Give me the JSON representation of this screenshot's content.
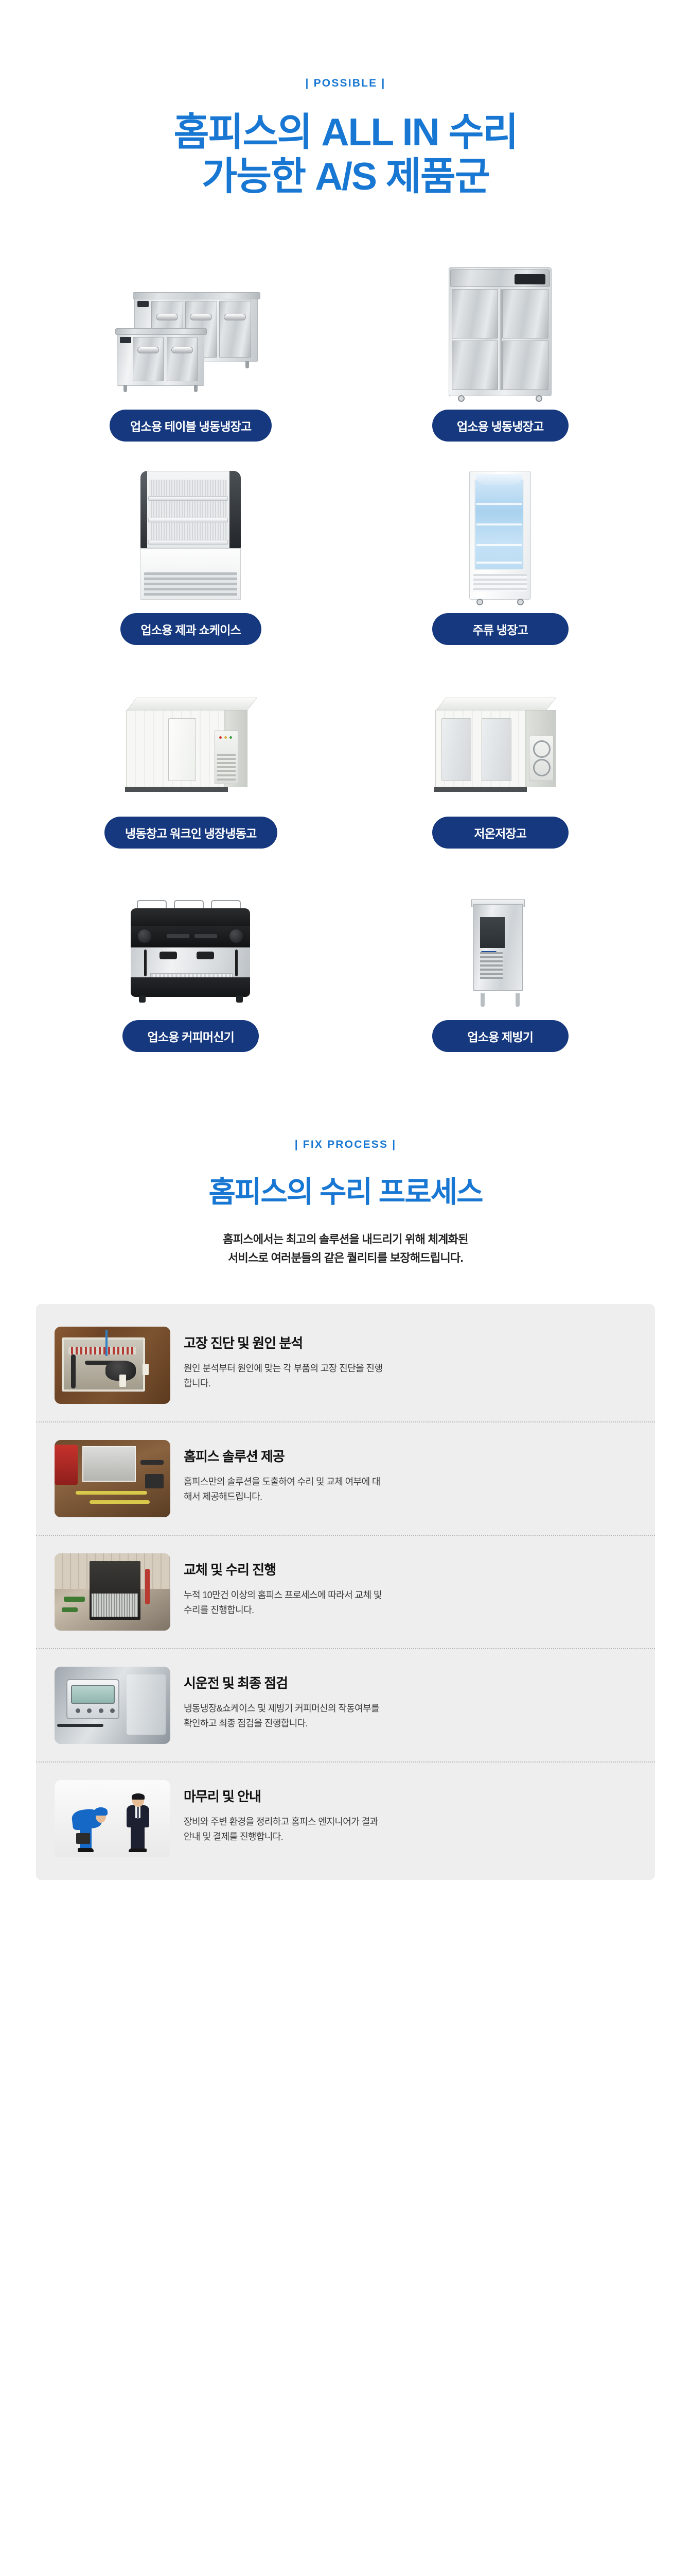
{
  "hero": {
    "eyebrow": "| POSSIBLE |",
    "title_line1": "홈피스의 ALL IN 수리",
    "title_line2": "가능한 A/S 제품군",
    "accent_color": "#1877d2"
  },
  "products": {
    "pill_color": "#15387e",
    "items": [
      {
        "label": "업소용 테이블 냉동냉장고",
        "icon": "table-refrigerator-icon"
      },
      {
        "label": "업소용 냉동냉장고",
        "icon": "upright-refrigerator-icon"
      },
      {
        "label": "업소용 제과 쇼케이스",
        "icon": "bakery-showcase-icon"
      },
      {
        "label": "주류 냉장고",
        "icon": "beverage-cooler-icon"
      },
      {
        "label": "냉동창고 워크인 냉장냉동고",
        "icon": "walk-in-freezer-icon"
      },
      {
        "label": "저온저장고",
        "icon": "cold-storage-room-icon"
      },
      {
        "label": "업소용 커피머신기",
        "icon": "espresso-machine-icon"
      },
      {
        "label": "업소용 제빙기",
        "icon": "ice-maker-icon"
      }
    ]
  },
  "process": {
    "eyebrow": "| FIX PROCESS |",
    "title": "홈피스의 수리 프로세스",
    "subtitle_line1": "홈피스에서는 최고의 솔루션을 내드리기 위해 체계화된",
    "subtitle_line2": "서비스로 여러분들의 같은 퀄리티를 보장해드립니다.",
    "accent_color": "#1877d2",
    "panel_color": "#eeeeee",
    "steps": [
      {
        "title": "고장 진단 및 원인 분석",
        "desc": "원인 분석부터 원인에 맞는 각 부품의 고장 진단을 진행합니다.",
        "thumb": "refrigerator-compressor-photo"
      },
      {
        "title": "홈피스 솔루션 제공",
        "desc": "홈피스만의 솔루션을 도출하여 수리 및 교체 여부에 대해서 제공해드립니다.",
        "thumb": "technician-workbench-photo"
      },
      {
        "title": "교체 및 수리 진행",
        "desc": "누적 10만건 이상의 홈피스 프로세스에 따라서 교체 및 수리를 진행합니다.",
        "thumb": "condenser-repair-photo"
      },
      {
        "title": "시운전 및 최종 점검",
        "desc": "냉동냉장&쇼케이스 및 제빙기 커피머신의 작동여부를 확인하고 최종 점검을 진행합니다.",
        "thumb": "thermometer-check-photo"
      },
      {
        "title": "마무리 및 안내",
        "desc": "장비와 주변 환경을 정리하고 홈피스 엔지니어가 결과 안내 및 결제를 진행합니다.",
        "thumb": "engineer-bowing-to-customer-photo"
      }
    ]
  }
}
